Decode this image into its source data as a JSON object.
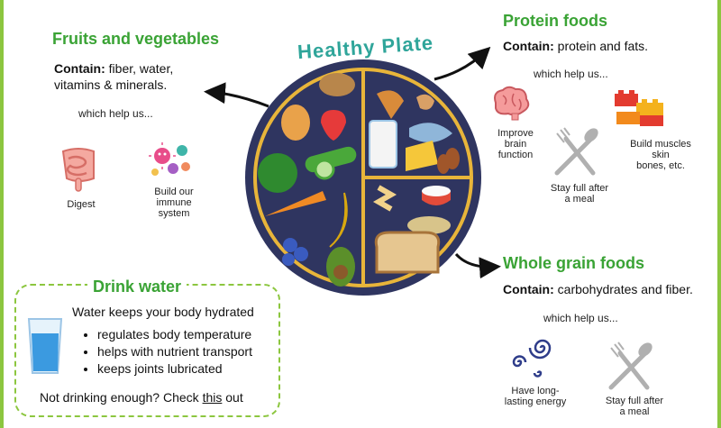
{
  "plate": {
    "title": "Healthy Plate"
  },
  "fruits_veg": {
    "title": "Fruits and vegetables",
    "contain_label": "Contain:",
    "contain_line1": " fiber, water,",
    "contain_line2": "vitamins & minerals.",
    "help": "which help us...",
    "items": [
      {
        "icon": "intestine-icon",
        "label1": "Digest",
        "label2": "",
        "label3": ""
      },
      {
        "icon": "germs-icon",
        "label1": "Build our",
        "label2": "immune",
        "label3": "system"
      }
    ]
  },
  "protein": {
    "title": "Protein foods",
    "contain_label": "Contain:",
    "contain_text": " protein and fats.",
    "help": "which help us...",
    "items": [
      {
        "icon": "brain-icon",
        "label1": "Improve",
        "label2": "brain",
        "label3": "function"
      },
      {
        "icon": "fork-spoon-icon",
        "label1": "Stay full after",
        "label2": "a meal"
      },
      {
        "icon": "bricks-icon",
        "label1": "Build muscles",
        "label2": "skin",
        "label3": "bones, etc."
      }
    ]
  },
  "grains": {
    "title": "Whole grain foods",
    "contain_label": "Contain:",
    "contain_text": " carbohydrates and fiber.",
    "help": "which help us...",
    "items": [
      {
        "icon": "energy-spiral-icon",
        "label1": "Have long-",
        "label2": "lasting energy"
      },
      {
        "icon": "fork-spoon-icon",
        "label1": "Stay full after",
        "label2": "a meal"
      }
    ]
  },
  "water": {
    "title": "Drink water",
    "intro": "Water keeps your body hydrated",
    "bullets": [
      "regulates body temperature",
      "helps with nutrient transport",
      "keeps joints lubricated"
    ],
    "footer_pre": "Not drinking enough? Check ",
    "footer_link": "this",
    "footer_post": " out"
  },
  "colors": {
    "title_green": "#3aa335",
    "plate_navy": "#2f3560",
    "plate_rim": "#e8b53a",
    "border_green": "#8cc63f"
  }
}
